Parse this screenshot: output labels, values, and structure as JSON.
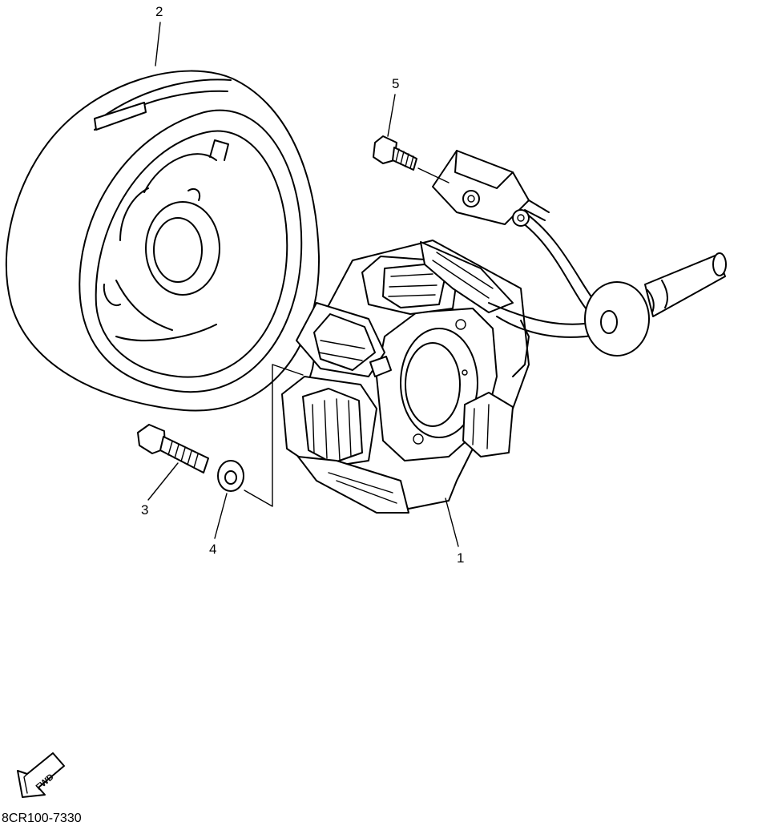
{
  "parts": [
    {
      "id": "part-1",
      "number": "1"
    },
    {
      "id": "part-2",
      "number": "2"
    },
    {
      "id": "part-3",
      "number": "3"
    },
    {
      "id": "part-4",
      "number": "4"
    },
    {
      "id": "part-5",
      "number": "5"
    }
  ],
  "fwd_label": "FWD",
  "diagram_code": "8CR100-7330"
}
